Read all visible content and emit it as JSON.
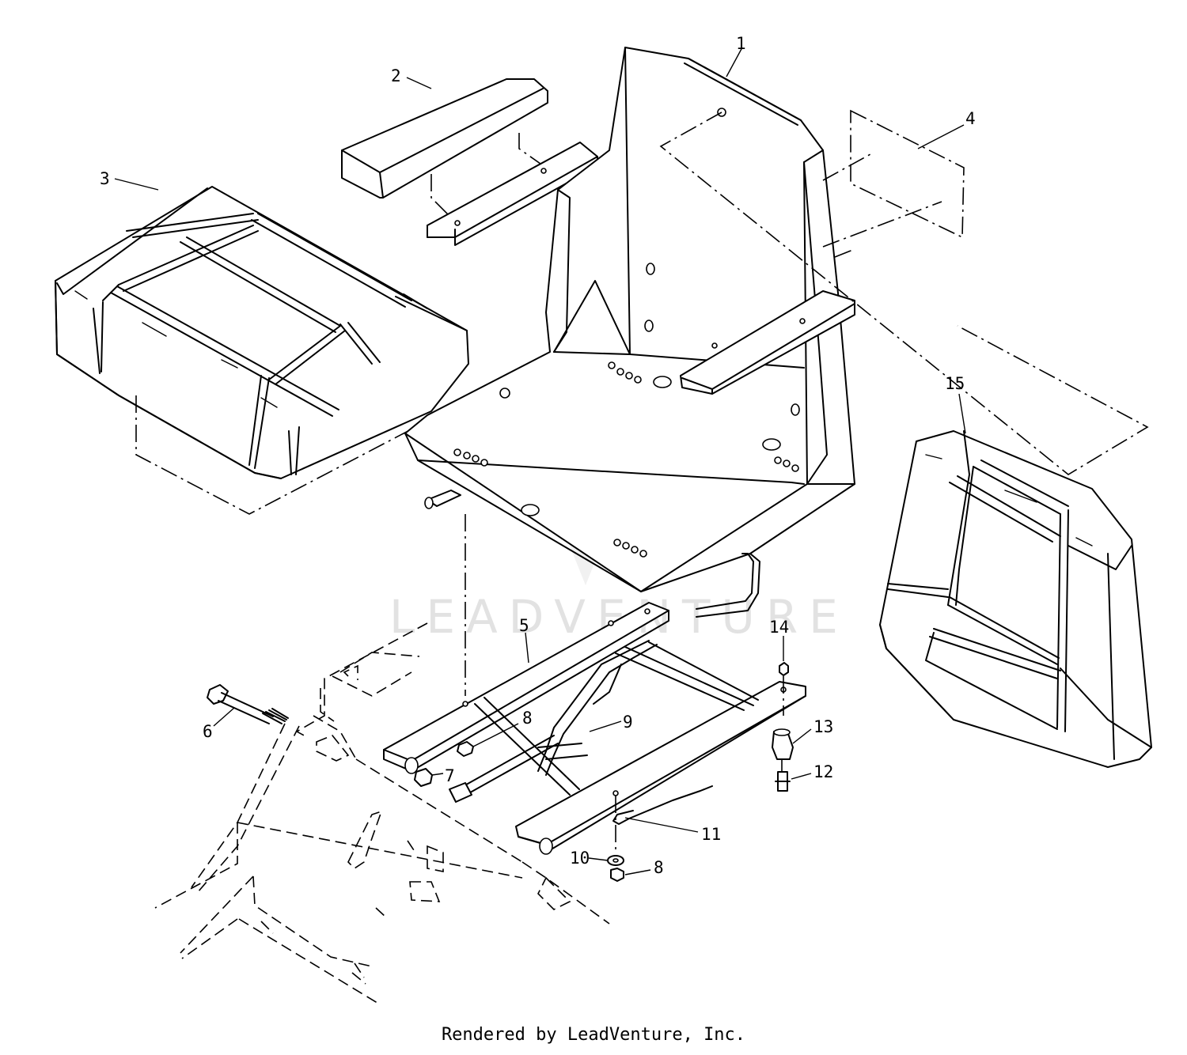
{
  "diagram": {
    "callouts": [
      {
        "id": "1",
        "label": "1"
      },
      {
        "id": "2",
        "label": "2"
      },
      {
        "id": "3",
        "label": "3"
      },
      {
        "id": "4",
        "label": "4"
      },
      {
        "id": "5",
        "label": "5"
      },
      {
        "id": "6",
        "label": "6"
      },
      {
        "id": "7",
        "label": "7"
      },
      {
        "id": "8",
        "label": "8"
      },
      {
        "id": "9",
        "label": "9"
      },
      {
        "id": "10",
        "label": "10"
      },
      {
        "id": "11",
        "label": "11"
      },
      {
        "id": "12",
        "label": "12"
      },
      {
        "id": "13",
        "label": "13"
      },
      {
        "id": "14",
        "label": "14"
      },
      {
        "id": "15",
        "label": "15"
      },
      {
        "id": "8b",
        "label": "8"
      }
    ],
    "watermark": "LEADVENTURE"
  },
  "footer": {
    "text": "Rendered by LeadVenture, Inc."
  }
}
